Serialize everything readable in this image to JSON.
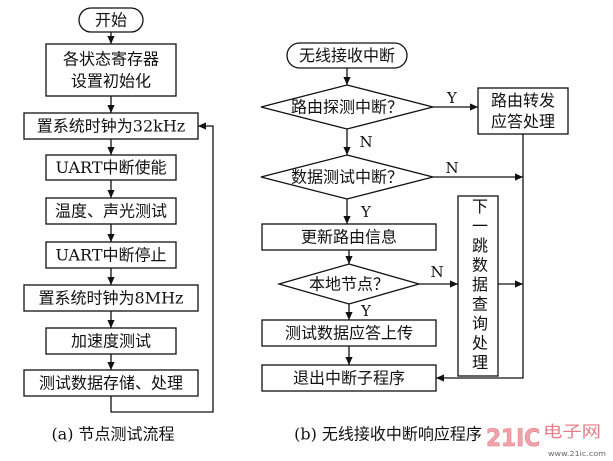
{
  "flow_a": {
    "start": "开始",
    "steps": [
      [
        "各状态寄存器",
        "设置初始化"
      ],
      [
        "置系统时钟为32kHz"
      ],
      [
        "UART中断使能"
      ],
      [
        "温度、声光测试"
      ],
      [
        "UART中断停止"
      ],
      [
        "置系统时钟为8MHz"
      ],
      [
        "加速度测试"
      ],
      [
        "测试数据存储、处理"
      ]
    ],
    "caption": "(a) 节点测试流程"
  },
  "flow_b": {
    "start": "无线接收中断",
    "route_probe": "路由探测中断？",
    "route_probe_yes": "Y",
    "route_probe_no": "N",
    "route_forward": [
      "路由转发",
      "应答处理"
    ],
    "data_test": "数据测试中断？",
    "data_test_yes": "Y",
    "data_test_no": "N",
    "update_route": "更新路由信息",
    "local_node": "本地节点？",
    "local_node_yes": "Y",
    "local_node_no": "N",
    "next_hop": "下一跳数据查询处理",
    "reply_upload": "测试数据应答上传",
    "exit": "退出中断子程序",
    "caption": "(b) 无线接收中断响应程序"
  },
  "watermark": {
    "brand": "21IC",
    "brand_cn": "电子网",
    "site": "www.21ic.com"
  }
}
